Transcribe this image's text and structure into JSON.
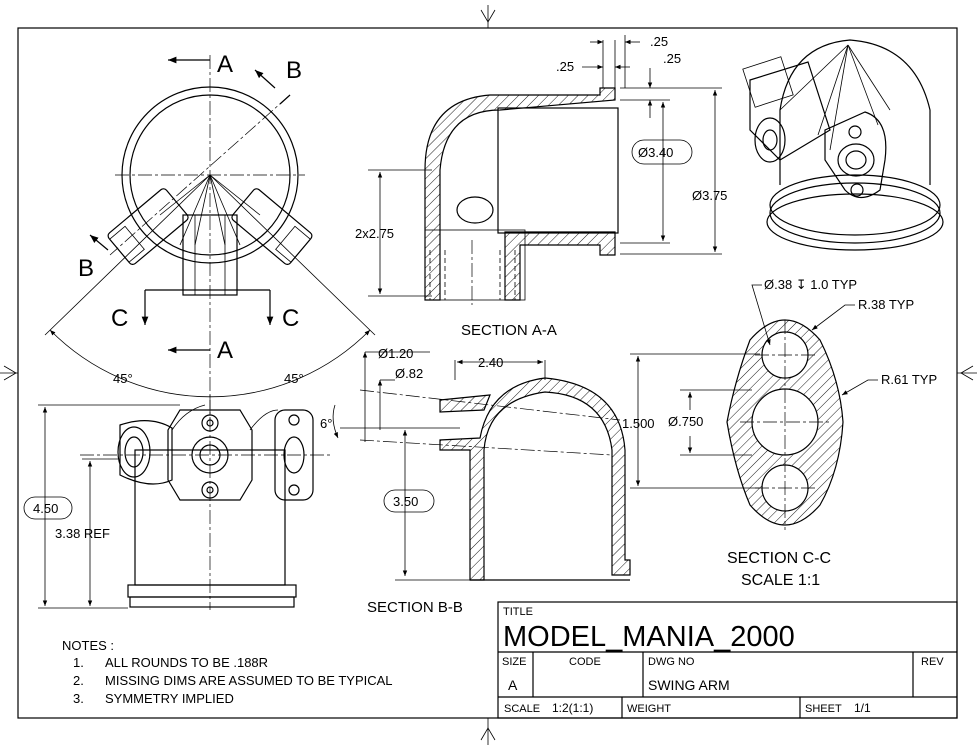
{
  "title_block": {
    "title_label": "TITLE",
    "title": "MODEL_MANIA_2000",
    "size_label": "SIZE",
    "size_value": "A",
    "code_label": "CODE",
    "dwg_no_label": "DWG NO",
    "dwg_no_value": "SWING ARM",
    "rev_label": "REV",
    "scale_label": "SCALE",
    "scale_value": "1:2(1:1)",
    "weight_label": "WEIGHT",
    "sheet_label": "SHEET",
    "sheet_value": "1/1"
  },
  "notes": {
    "heading": "NOTES :",
    "items": [
      {
        "num": "1.",
        "text": "ALL ROUNDS TO BE .188R"
      },
      {
        "num": "2.",
        "text": "MISSING DIMS ARE ASSUMED TO BE TYPICAL"
      },
      {
        "num": "3.",
        "text": "SYMMETRY IMPLIED"
      }
    ]
  },
  "section_labels": {
    "aa_prefix": "SECTION ",
    "aa_id": "A-A",
    "bb_prefix": "SECTION ",
    "bb_id": "B-B",
    "cc_prefix": "SECTION ",
    "cc_id": "C-C",
    "cc_scale": "SCALE 1:1"
  },
  "cut_letters": {
    "a_top": "A",
    "a_bottom": "A",
    "b_top": "B",
    "b_bottom": "B",
    "c_left": "C",
    "c_right": "C"
  },
  "dimensions": {
    "angle_left": "45°",
    "angle_right": "45°",
    "d_025_top": ".25",
    "d_025_left": ".25",
    "d_025_right": ".25",
    "d_dia_340": "Ø3.40",
    "d_dia_375": "Ø3.75",
    "d_2x275": "2x2.75",
    "d_dia_120": "Ø1.20",
    "d_dia_082": "Ø.82",
    "d_240": "2.40",
    "d_6deg": "6°",
    "d_350": "3.50",
    "d_450": "4.50",
    "d_338ref": "3.38 REF",
    "d_hole": "Ø.38 ↧ 1.0 TYP",
    "d_r38": "R.38 TYP",
    "d_r61": "R.61 TYP",
    "d_1500": "1.500",
    "d_dia_750": "Ø.750"
  }
}
